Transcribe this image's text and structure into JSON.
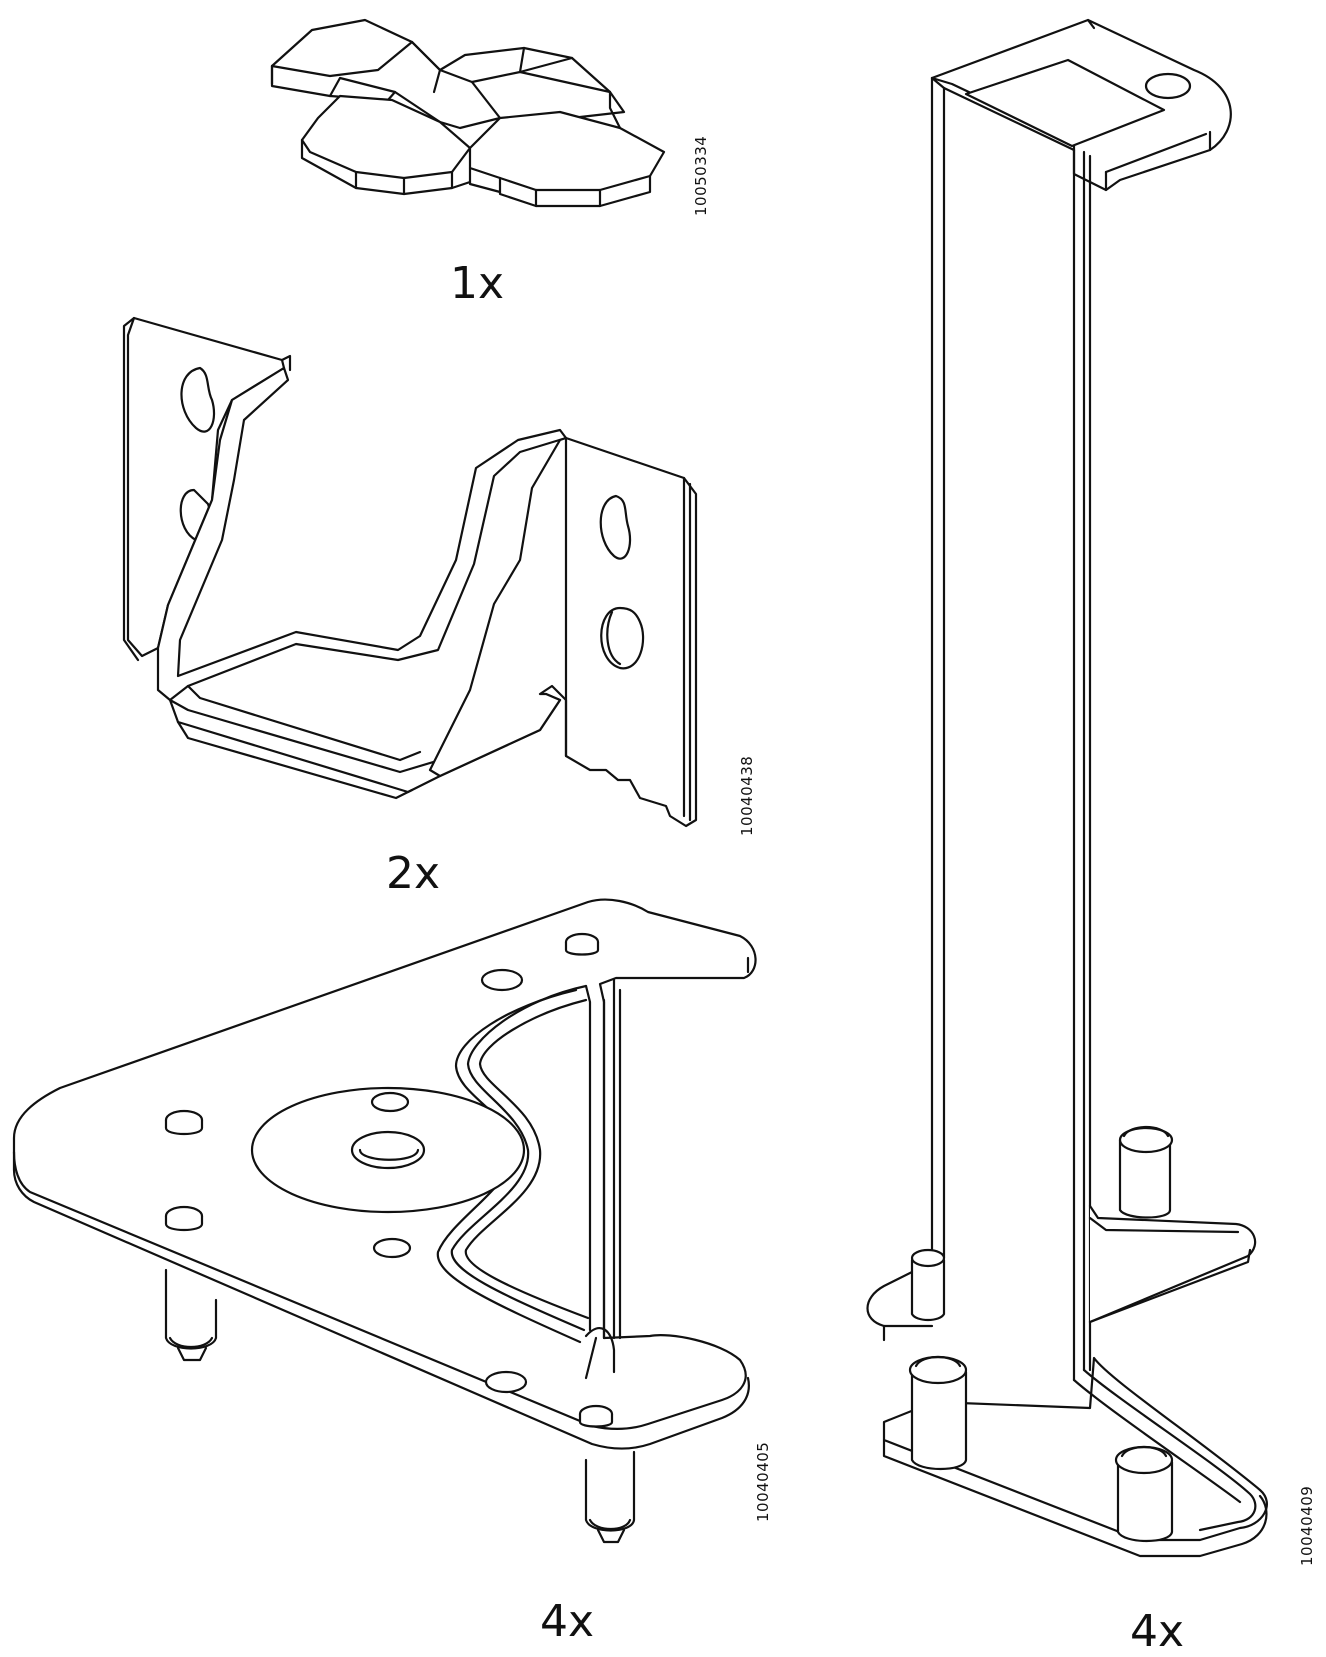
{
  "parts": [
    {
      "id": "hex-pad",
      "quantity": "1x",
      "code": "10050334",
      "icon": "hex-felt-pad-icon"
    },
    {
      "id": "u-bracket",
      "quantity": "2x",
      "code": "10040438",
      "icon": "u-bracket-icon"
    },
    {
      "id": "corner-plate",
      "quantity": "4x",
      "code": "10040405",
      "icon": "corner-plate-icon"
    },
    {
      "id": "leg",
      "quantity": "4x",
      "code": "10040409",
      "icon": "leg-post-icon"
    }
  ],
  "colors": {
    "ink": "#111111",
    "paper": "#ffffff"
  }
}
